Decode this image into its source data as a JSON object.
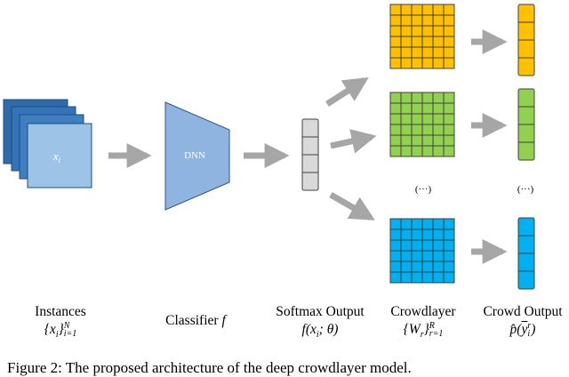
{
  "figure": {
    "instance_symbol": "x",
    "instance_subscript": "i",
    "classifier_block_label": "DNN",
    "ellipsis_label": "(···)"
  },
  "labels": {
    "instances": {
      "name": "Instances",
      "math_base": "{x",
      "math_sub": "i",
      "math_close": "}",
      "math_sup": "N",
      "math_range": "i=1"
    },
    "classifier": {
      "name": "Classifier",
      "math": "f"
    },
    "softmax": {
      "name": "Softmax Output",
      "math": "f(x",
      "math_sub": "i",
      "math_tail": "; θ)"
    },
    "crowdlayer": {
      "name": "Crowdlayer",
      "math_base": "{W",
      "math_sub": "r",
      "math_close": "}",
      "math_sup": "R",
      "math_range": "r=1"
    },
    "crowd_output": {
      "name": "Crowd Output",
      "math": "p̂(",
      "math_mid": "y",
      "math_sub": "i",
      "math_sup": "r",
      "math_tail": ")"
    }
  },
  "caption": "Figure 2: The proposed architecture of the deep crowdlayer model.",
  "colors": {
    "instance_dark": "#2f6aad",
    "instance_mid": "#3f7fc1",
    "instance_light": "#9dc3e6",
    "dnn_fill": "#8fb4df",
    "softmax_fill": "#d9d9d9",
    "arrow": "#a6a6a6",
    "crowd_orange": "#ffc000",
    "crowd_green": "#92d050",
    "crowd_blue": "#00b0f0"
  }
}
